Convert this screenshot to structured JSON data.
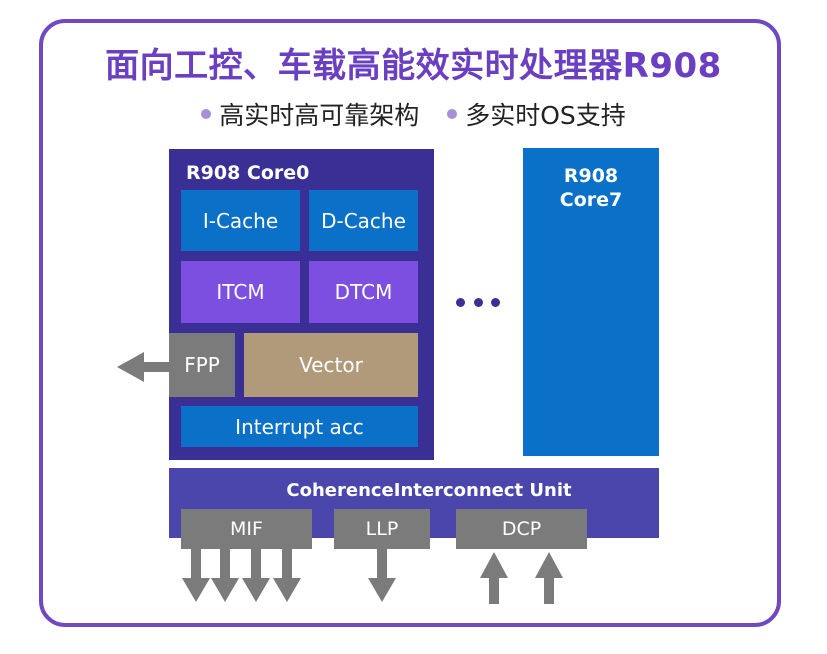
{
  "title": "面向工控、车载高能效实时处理器R908",
  "bullets": [
    "高实时高可靠架构",
    "多实时OS支持"
  ],
  "core0": {
    "label": "R908 Core0",
    "icache": "I-Cache",
    "dcache": "D-Cache",
    "itcm": "ITCM",
    "dtcm": "DTCM",
    "fpp": "FPP",
    "vector": "Vector",
    "interrupt": "Interrupt acc"
  },
  "core7": {
    "line1": "R908",
    "line2": "Core7"
  },
  "ciu": {
    "label": "CoherenceInterconnect  Unit",
    "ports": [
      "MIF",
      "LLP",
      "DCP"
    ]
  },
  "colors": {
    "frame": "#7048c0",
    "title": "#6a3fc2",
    "core_bg": "#3a2f94",
    "cache": "#0b70c7",
    "tcm": "#7c4fe0",
    "gray": "#7b7b7b",
    "vector": "#b09a7a",
    "interconnect": "#4a46ac"
  }
}
